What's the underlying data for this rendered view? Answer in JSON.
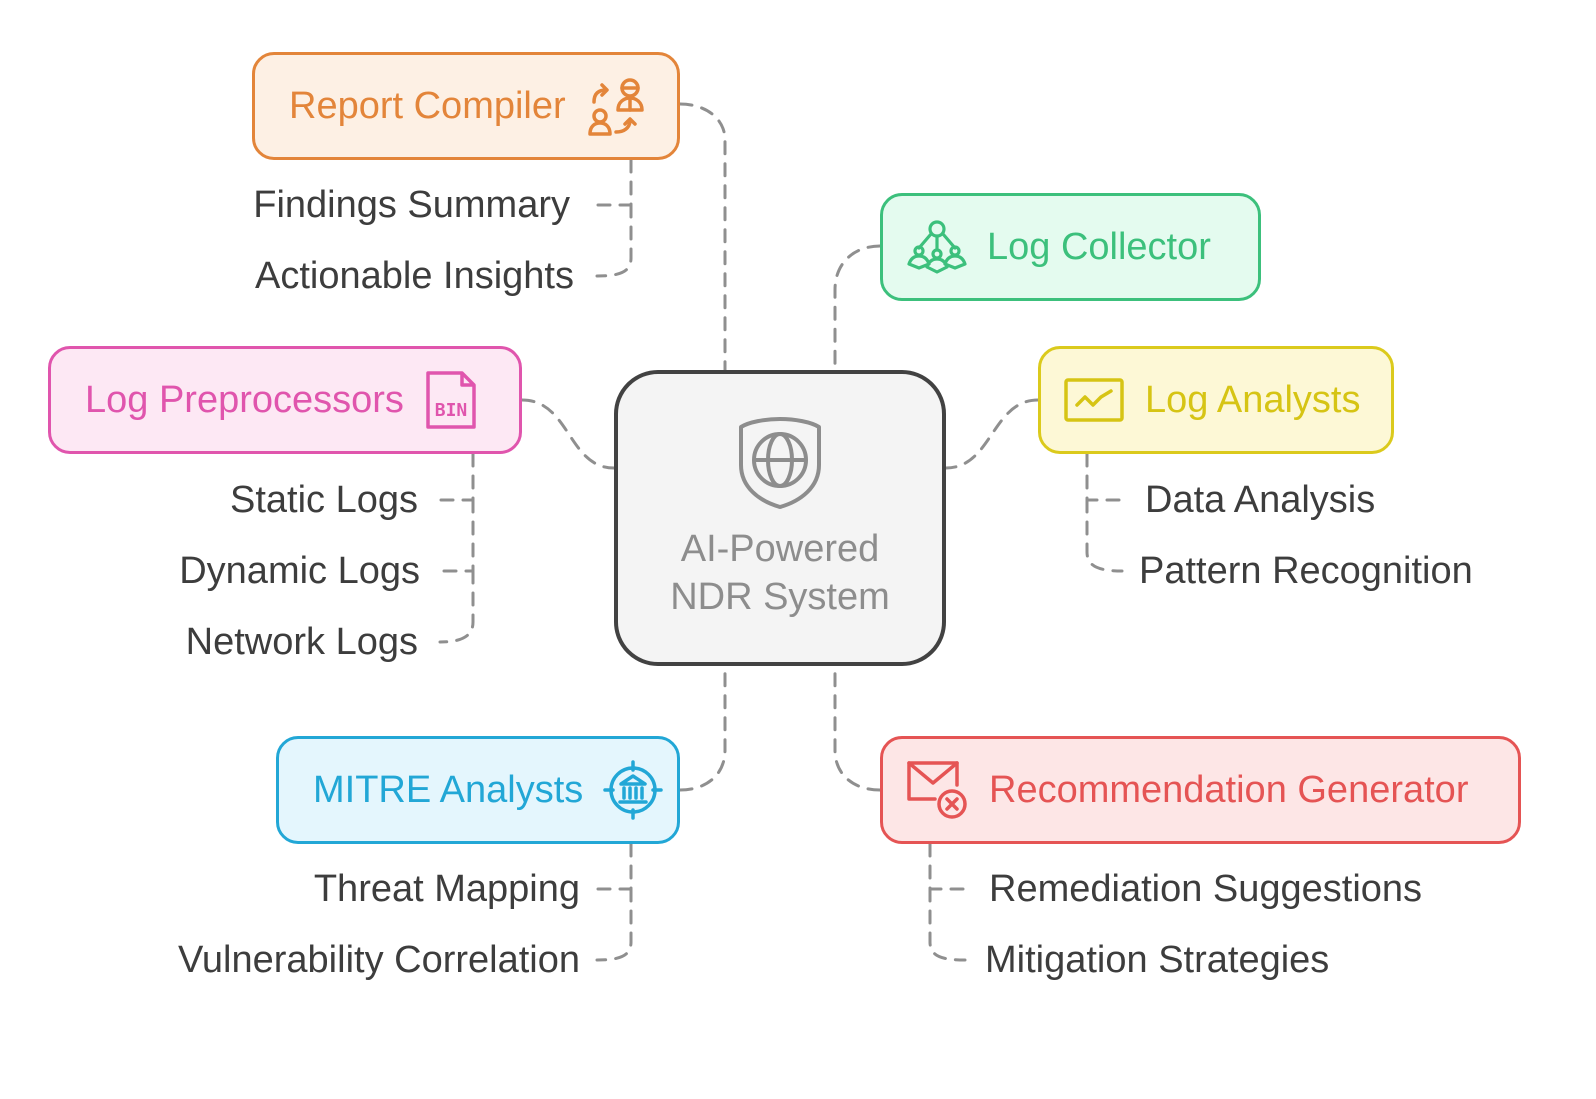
{
  "diagram": {
    "center": {
      "title_line1": "AI-Powered",
      "title_line2": "NDR System",
      "icon": "shield-globe-icon",
      "border_color": "#424242",
      "text_color": "#8d8d8d"
    },
    "nodes": {
      "report_compiler": {
        "title": "Report Compiler",
        "icon": "people-exchange-icon",
        "color": "#e3853a",
        "children": [
          "Findings Summary",
          "Actionable Insights"
        ]
      },
      "log_collector": {
        "title": "Log Collector",
        "icon": "network-people-icon",
        "color": "#3cc07c",
        "children": []
      },
      "log_preprocessors": {
        "title": "Log Preprocessors",
        "icon": "bin-file-icon",
        "icon_text": "BIN",
        "color": "#e055ad",
        "children": [
          "Static Logs",
          "Dynamic Logs",
          "Network Logs"
        ]
      },
      "log_analysts": {
        "title": "Log Analysts",
        "icon": "line-chart-icon",
        "color": "#d6c414",
        "children": [
          "Data Analysis",
          "Pattern Recognition"
        ]
      },
      "mitre_analysts": {
        "title": "MITRE Analysts",
        "icon": "target-bank-icon",
        "color": "#22a7d6",
        "children": [
          "Threat Mapping",
          "Vulnerability Correlation"
        ]
      },
      "recommendation_generator": {
        "title": "Recommendation Generator",
        "icon": "mail-error-icon",
        "color": "#e55454",
        "children": [
          "Remediation Suggestions",
          "Mitigation Strategies"
        ]
      }
    },
    "connector_color": "#8f8f8f"
  }
}
